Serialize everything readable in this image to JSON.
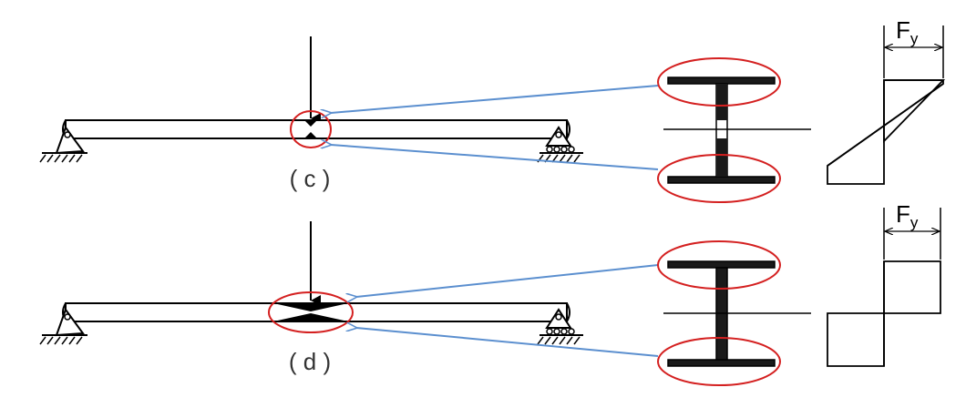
{
  "panels": [
    {
      "id": "c",
      "label": "( c )"
    },
    {
      "id": "d",
      "label": "( d )"
    }
  ],
  "stress_label": {
    "main": "F",
    "sub": "y"
  },
  "colors": {
    "arrow": "#5b8fcf",
    "ellipse": "#d42020",
    "line": "#000000",
    "fill": "#000000"
  }
}
